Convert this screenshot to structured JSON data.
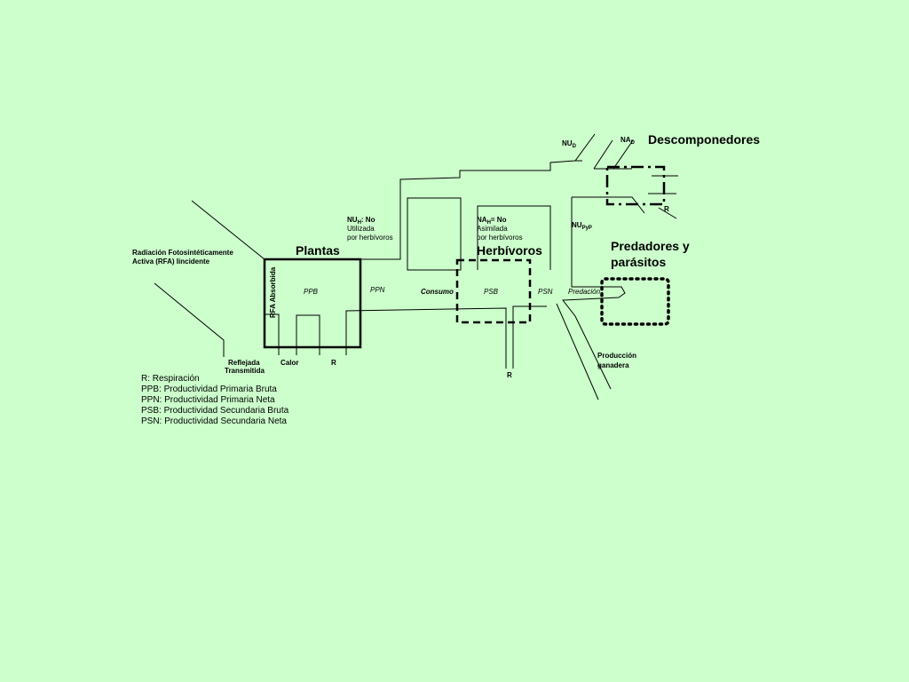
{
  "labels": {
    "radiacion_l1": "Radiación Fotosintéticamente",
    "radiacion_l2": "Activa (RFA) Iincidente",
    "plantas": "Plantas",
    "herbivoros": "Herbívoros",
    "descomponedores": "Descomponedores",
    "predadores_l1": "Predadores y",
    "predadores_l2": "parásitos",
    "rfa_absorbida": "RFA Absorbida",
    "ppb": "PPB",
    "ppn": "PPN",
    "consumo": "Consumo",
    "psb": "PSB",
    "psn": "PSN",
    "predacion": "Predación",
    "reflejada": "Reflejada",
    "transmitida": "Transmitida",
    "calor": "Calor",
    "r": "R",
    "nu": "NU",
    "na": "NA",
    "sub_h": "H",
    "sub_d": "D",
    "sub_pyp": "PyP",
    "nuh_suffix": ": No",
    "nuh_l2": "Utilizada",
    "nuh_l3": "por herbívoros",
    "nah_suffix": "= No",
    "nah_l2": "Asimilada",
    "nah_l3": "por herbívoros",
    "produccion_l1": "Producción",
    "produccion_l2": "ganadera"
  },
  "legend": [
    "R: Respiración",
    "PPB: Productividad Primaria Bruta",
    "PPN: Productividad Primaria Neta",
    "PSB: Productividad Secundaria Bruta",
    "PSN: Productividad Secundaria Neta"
  ]
}
